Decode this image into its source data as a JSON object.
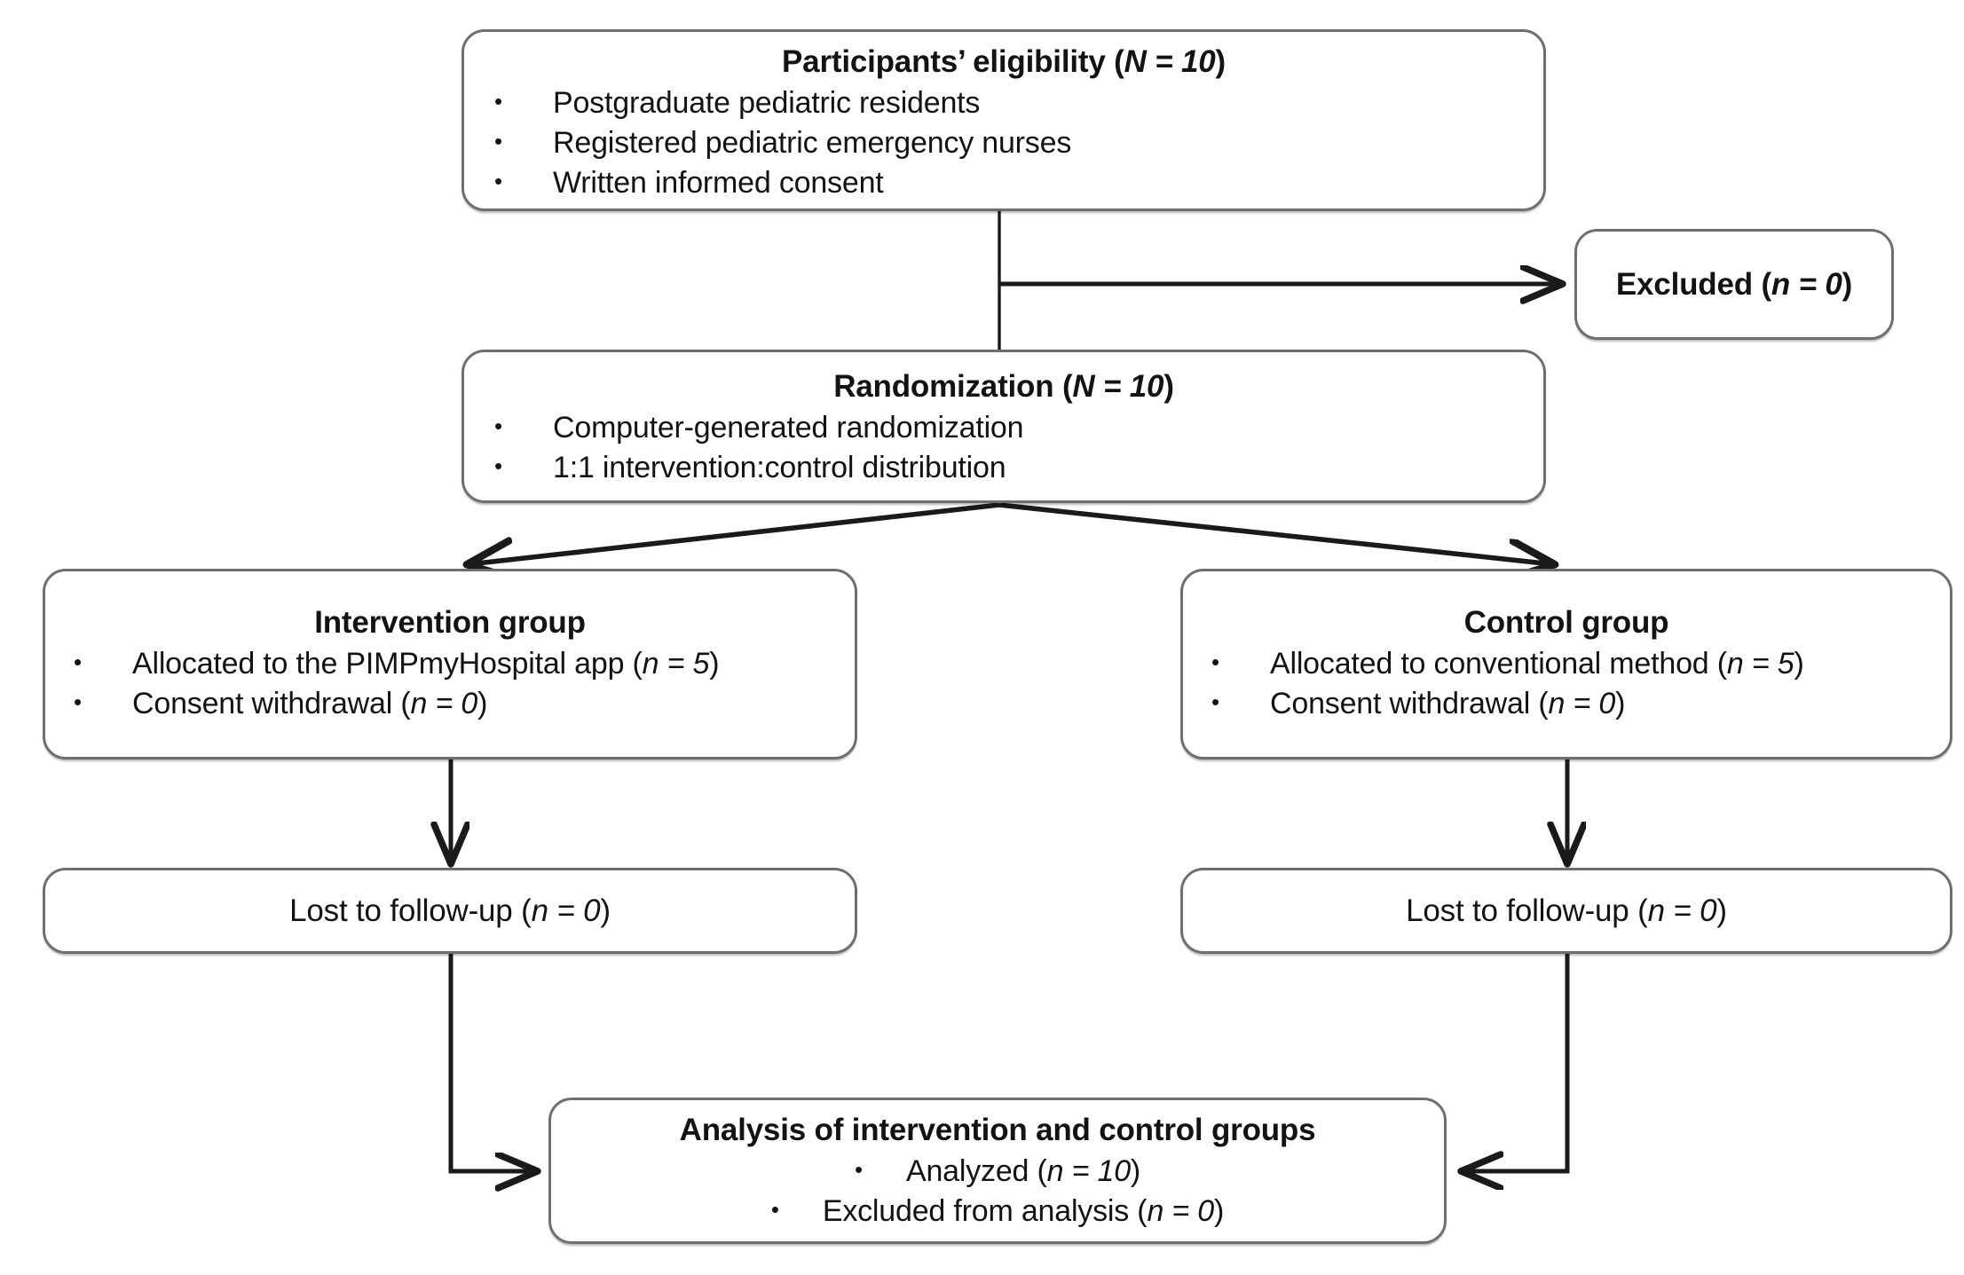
{
  "diagram": {
    "type": "CONSORT participant flow diagram",
    "colors": {
      "box_border": "#6f6f6f",
      "connector": "#1a1a1a",
      "text": "#131313",
      "background": "#ffffff"
    },
    "nodes": {
      "eligibility": {
        "title": "Participants’ eligibility (N = 10)",
        "title_plain": "Participants’ eligibility",
        "title_stat": "N = 10",
        "items": [
          "Postgraduate pediatric residents",
          "Registered pediatric emergency nurses",
          "Written informed consent"
        ]
      },
      "excluded": {
        "title": "Excluded (n = 0)",
        "title_plain": "Excluded",
        "title_stat": "n = 0"
      },
      "randomization": {
        "title": "Randomization (N = 10)",
        "title_plain": "Randomization",
        "title_stat": "N = 10",
        "items": [
          "Computer-generated randomization",
          "1:1 intervention:control distribution"
        ]
      },
      "intervention": {
        "title": "Intervention group",
        "items": [
          {
            "text": "Allocated to the PIMPmyHospital app",
            "stat": "n = 5"
          },
          {
            "text": "Consent withdrawal",
            "stat": "n = 0"
          }
        ]
      },
      "control": {
        "title": "Control group",
        "items": [
          {
            "text": "Allocated to conventional method",
            "stat": "n = 5"
          },
          {
            "text": "Consent withdrawal",
            "stat": "n = 0"
          }
        ]
      },
      "lost_left": {
        "title": "Lost to follow-up (n = 0)",
        "title_plain": "Lost to follow-up",
        "title_stat": "n = 0"
      },
      "lost_right": {
        "title": "Lost to follow-up (n = 0)",
        "title_plain": "Lost to follow-up",
        "title_stat": "n = 0"
      },
      "analysis": {
        "title": "Analysis of intervention and control groups",
        "items": [
          {
            "text": "Analyzed",
            "stat": "n = 10"
          },
          {
            "text": "Excluded from analysis",
            "stat": "n = 0"
          }
        ]
      }
    },
    "bullet_glyph": "•",
    "connections": [
      {
        "from": "eligibility",
        "to": "excluded",
        "style": "elbow-right-arrow"
      },
      {
        "from": "eligibility",
        "to": "randomization",
        "style": "straight-down"
      },
      {
        "from": "randomization",
        "to": "intervention",
        "style": "diagonal-left-arrow"
      },
      {
        "from": "randomization",
        "to": "control",
        "style": "diagonal-right-arrow"
      },
      {
        "from": "intervention",
        "to": "lost_left",
        "style": "straight-down-arrow"
      },
      {
        "from": "control",
        "to": "lost_right",
        "style": "straight-down-arrow"
      },
      {
        "from": "lost_left",
        "to": "analysis",
        "style": "elbow-right-arrow"
      },
      {
        "from": "lost_right",
        "to": "analysis",
        "style": "elbow-left-arrow"
      }
    ]
  }
}
